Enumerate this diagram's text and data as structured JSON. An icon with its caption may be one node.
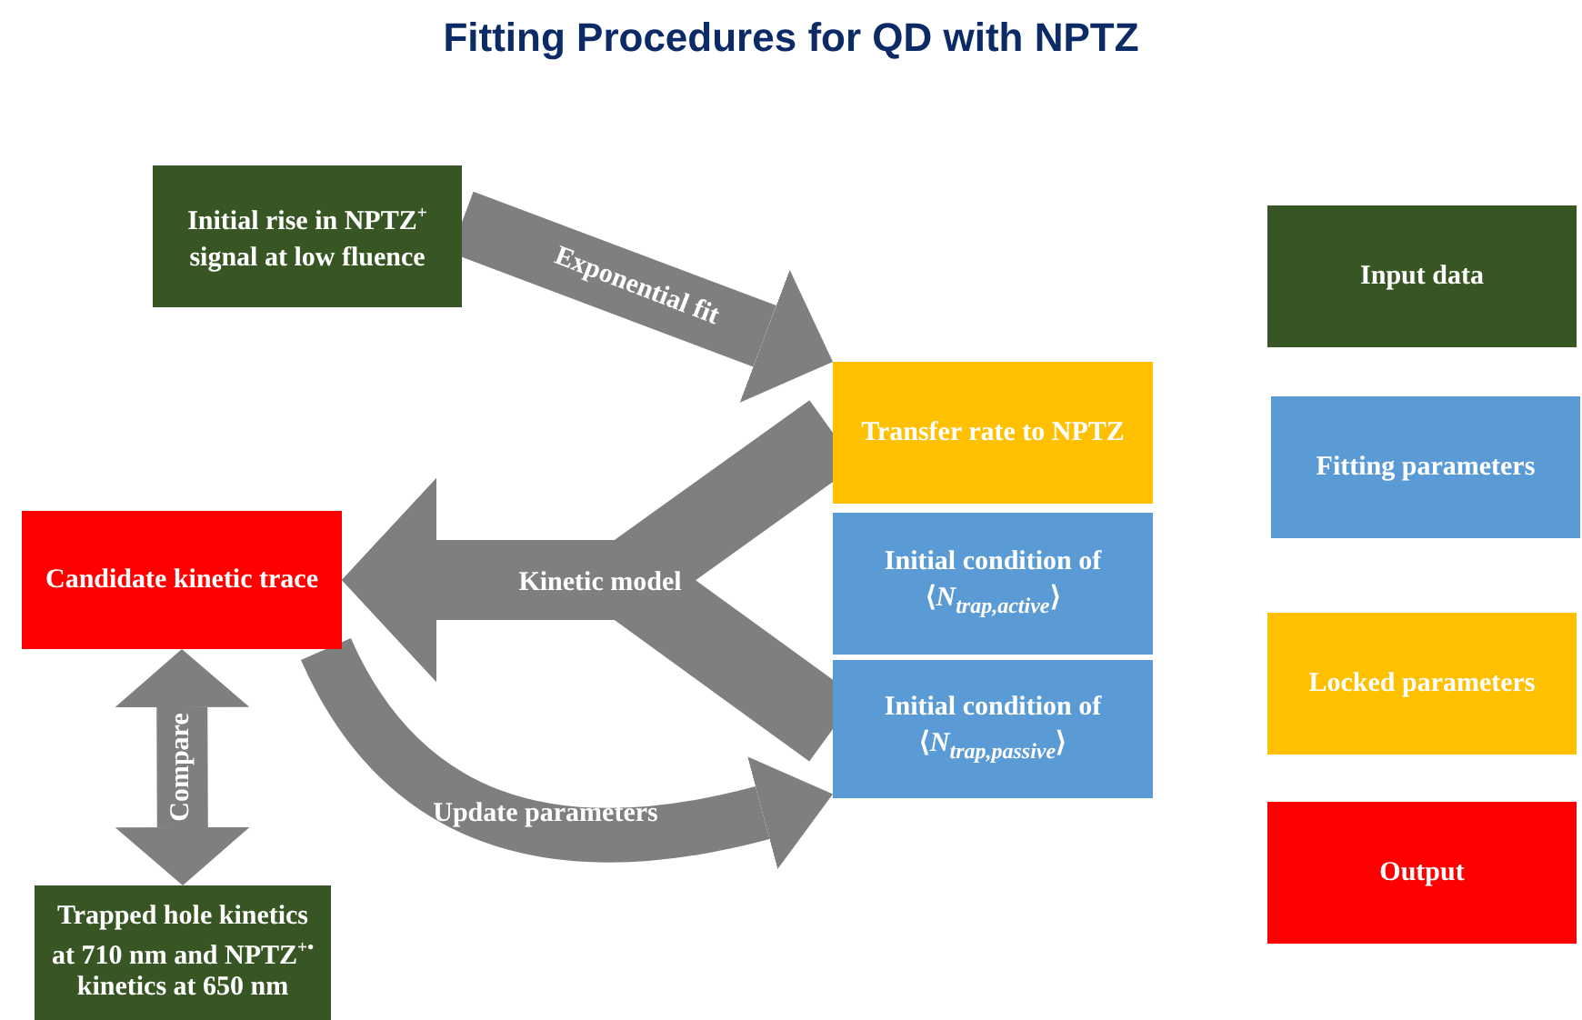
{
  "diagram": {
    "title": "Fitting Procedures for QD with NPTZ",
    "nodes": [
      {
        "text": [
          "Initial rise in NPTZ$^{+}$ signal at low fluence"
        ]
      },
      {
        "text": [
          "Transfer rate to NPTZ"
        ]
      },
      {
        "text": [
          "Initial condition of ⟨*N*$_{trap,active}$⟩"
        ]
      },
      {
        "text": [
          "Initial condition of ⟨*N*$_{trap,passive}$⟩"
        ]
      },
      {
        "text": [
          "Candidate kinetic trace"
        ]
      },
      {
        "text": [
          "Trapped hole kinetics at 710 nm and NPTZ$^{+•}$ kinetics at 650 nm"
        ]
      }
    ],
    "edges": [
      {
        "from": 0,
        "to": 1,
        "arrow": "to",
        "label": "Exponential fit"
      },
      {
        "from": 1,
        "to": 4,
        "arrow": "to",
        "label": "Kinetic model"
      },
      {
        "from": 3,
        "to": 4,
        "arrow": "to"
      },
      {
        "from": 4,
        "to": 5,
        "arrow": "both",
        "label": "Compare"
      },
      {
        "from": 4,
        "to": 3,
        "arrow": "to",
        "label": "Update parameters"
      }
    ],
    "legend": [
      {
        "text": "Input data",
        "color": "#375623"
      },
      {
        "text": "Fitting parameters",
        "color": "#5b9bd5"
      },
      {
        "text": "Locked parameters",
        "color": "#ffc000"
      },
      {
        "text": "Output",
        "color": "#ff0000"
      }
    ]
  }
}
